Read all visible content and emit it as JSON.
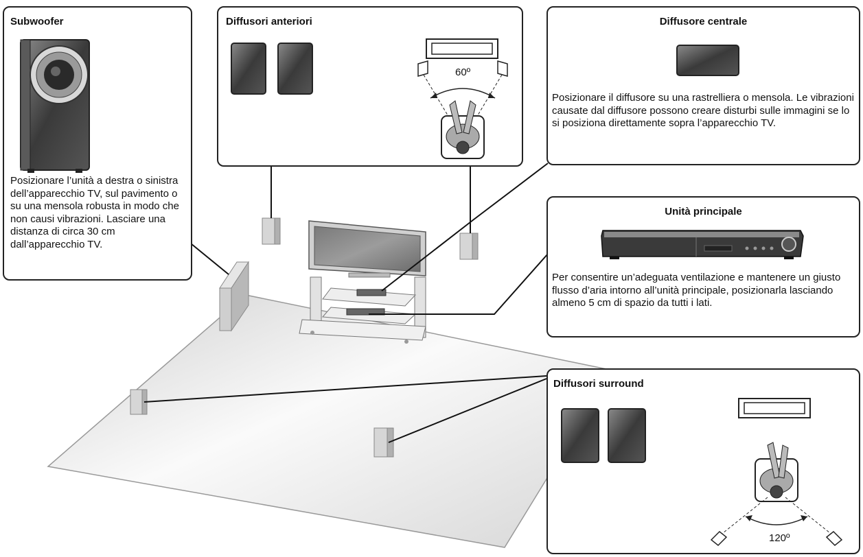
{
  "subwoofer": {
    "title": "Subwoofer",
    "text": "Posizionare l’unità a destra o sinistra dell’apparecchio TV, sul pavimento o su una mensola robusta in modo che non causi vibrazioni. Lasciare una distanza di circa 30 cm dall’apparecchio TV."
  },
  "front": {
    "title": "Diffusori anteriori",
    "angle": "60º"
  },
  "center": {
    "title": "Diffusore centrale",
    "text": "Posizionare il diffusore su una rastrelliera o mensola. Le vibrazioni causate dal diffusore possono creare disturbi sulle immagini se lo si posiziona direttamente sopra l’apparecchio TV."
  },
  "main_unit": {
    "title": "Unità principale",
    "text": "Per consentire un’adeguata ventilazione e mantenere un giusto flusso d’aria intorno all’unità principale, posizionarla lasciando almeno 5 cm di spazio da tutti i lati."
  },
  "surround": {
    "title": "Diffusori surround",
    "angle": "120º"
  },
  "colors": {
    "border": "#222222",
    "speaker_dark": "#4a4a4a",
    "floor": "#e6e6e6"
  }
}
